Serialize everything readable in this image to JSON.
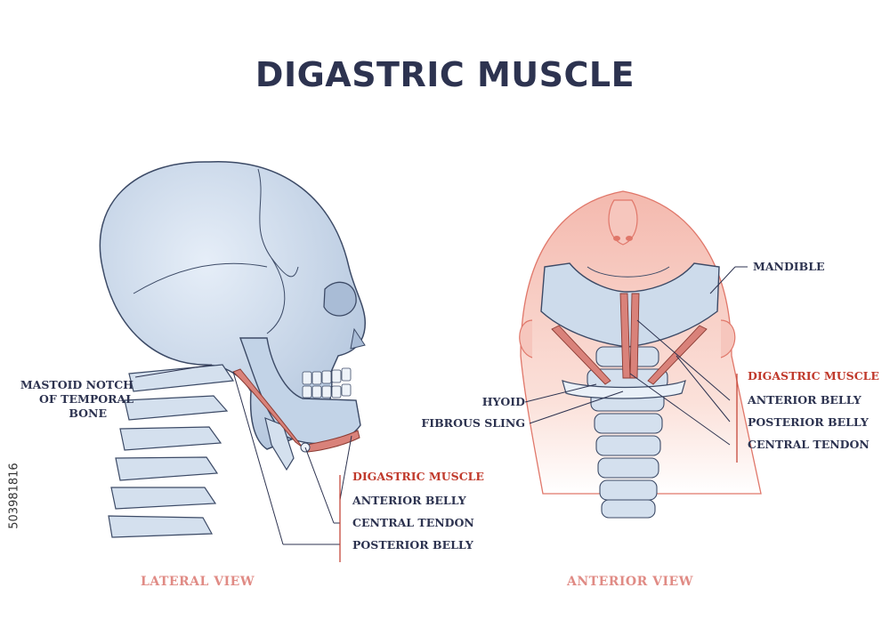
{
  "title": "DIGASTRIC MUSCLE",
  "stock_id": "503981816",
  "lateral": {
    "view_label": "LATERAL VIEW",
    "mastoid_line1": "MASTOID NOTCH",
    "mastoid_line2": "OF TEMPORAL",
    "mastoid_line3": "BONE",
    "muscle_header": "DIGASTRIC MUSCLE",
    "anterior_belly": "ANTERIOR BELLY",
    "central_tendon": "CENTRAL TENDON",
    "posterior_belly": "POSTERIOR BELLY"
  },
  "anterior": {
    "view_label": "ANTERIOR VIEW",
    "mandible": "MANDIBLE",
    "hyoid": "HYOID",
    "fibrous_sling": "FIBROUS SLING",
    "muscle_header": "DIGASTRIC MUSCLE",
    "anterior_belly": "ANTERIOR BELLY",
    "posterior_belly": "POSTERIOR BELLY",
    "central_tendon": "CENTRAL TENDON"
  },
  "colors": {
    "bone": "#c9d8ea",
    "bone_outline": "#3c4a66",
    "muscle": "#d9827a",
    "skin": "#f6c6bd",
    "title": "#2d3350",
    "accent_red": "#c0392b",
    "view_label": "#e08b85"
  }
}
